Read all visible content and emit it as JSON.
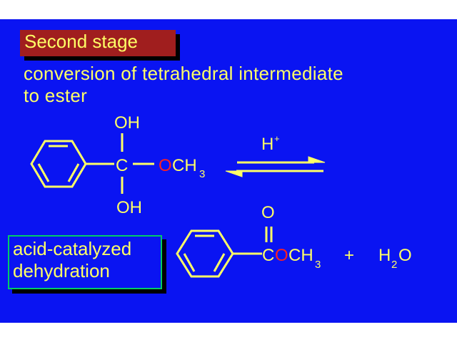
{
  "slide": {
    "title": "Second stage",
    "subtitle_line1": "conversion of tetrahedral intermediate",
    "subtitle_line2": "to ester",
    "step_label_line1": "acid-catalyzed",
    "step_label_line2": "dehydration"
  },
  "intermediate": {
    "top_group": "OH",
    "bottom_group": "OH",
    "center_atom": "C",
    "ether_oxygen": "O",
    "methyl": "CH",
    "methyl_subscript": "3"
  },
  "catalyst": {
    "label": "H",
    "superscript": "+"
  },
  "product": {
    "carbonyl_oxygen": "O",
    "carbon": "C",
    "ester_oxygen": "O",
    "methyl": "CH",
    "methyl_subscript": "3",
    "plus": "+",
    "water_h": "H",
    "water_subscript": "2",
    "water_o": "O"
  },
  "colors": {
    "slide_background": "#0a14f2",
    "text": "#ffff66",
    "title_box": "#a01e1e",
    "oxygen_highlight": "#ff2020",
    "label_border": "#00cc66"
  }
}
